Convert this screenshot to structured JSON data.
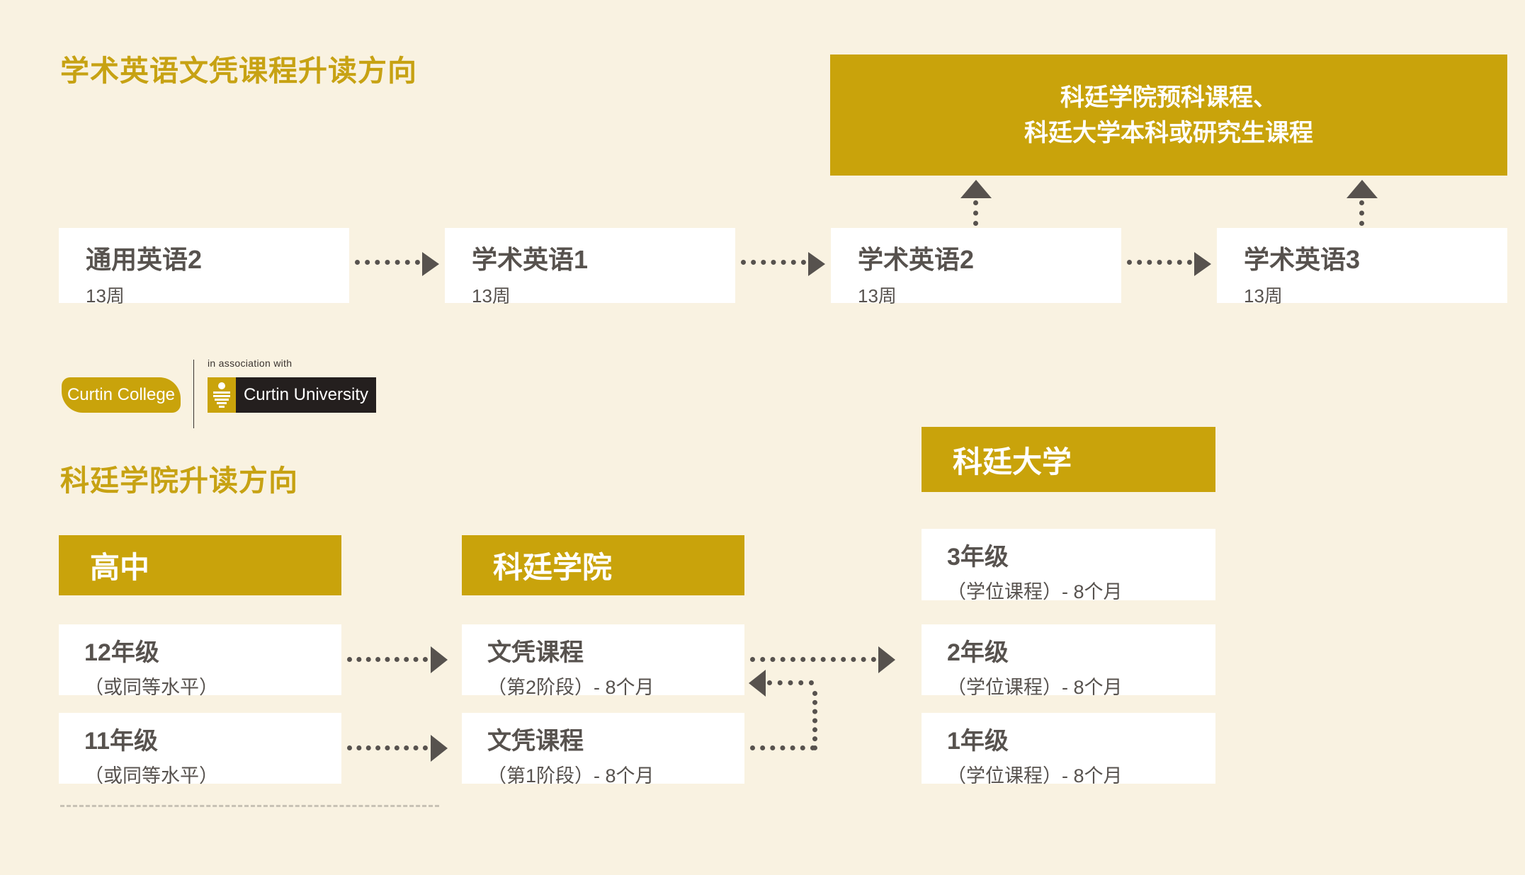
{
  "palette": {
    "background": "#F9F2E1",
    "gold": "#C9A30B",
    "title_gold": "#C7A213",
    "text_gray": "#57524E",
    "logo_black": "#241F1E",
    "white": "#FFFFFF"
  },
  "section1": {
    "title": "学术英语文凭课程升读方向",
    "destination": {
      "line1": "科廷学院预科课程、",
      "line2": "科廷大学本科或研究生课程"
    },
    "courses": [
      {
        "title": "通用英语2",
        "duration": "13周"
      },
      {
        "title": "学术英语1",
        "duration": "13周"
      },
      {
        "title": "学术英语2",
        "duration": "13周"
      },
      {
        "title": "学术英语3",
        "duration": "13周"
      }
    ]
  },
  "logos": {
    "college_label": "Curtin College",
    "association_label": "in association with",
    "university_label": "Curtin University"
  },
  "section2": {
    "title": "科廷学院升读方向",
    "columns": [
      {
        "header": "高中",
        "boxes": [
          {
            "title": "12年级",
            "subtitle": "（或同等水平）"
          },
          {
            "title": "11年级",
            "subtitle": "（或同等水平）"
          }
        ]
      },
      {
        "header": "科廷学院",
        "boxes": [
          {
            "title": "文凭课程",
            "subtitle": "（第2阶段）- 8个月"
          },
          {
            "title": "文凭课程",
            "subtitle": "（第1阶段）- 8个月"
          }
        ]
      },
      {
        "header": "科廷大学",
        "boxes": [
          {
            "title": "3年级",
            "subtitle": "（学位课程）- 8个月"
          },
          {
            "title": "2年级",
            "subtitle": "（学位课程）- 8个月"
          },
          {
            "title": "1年级",
            "subtitle": "（学位课程）- 8个月"
          }
        ]
      }
    ]
  }
}
